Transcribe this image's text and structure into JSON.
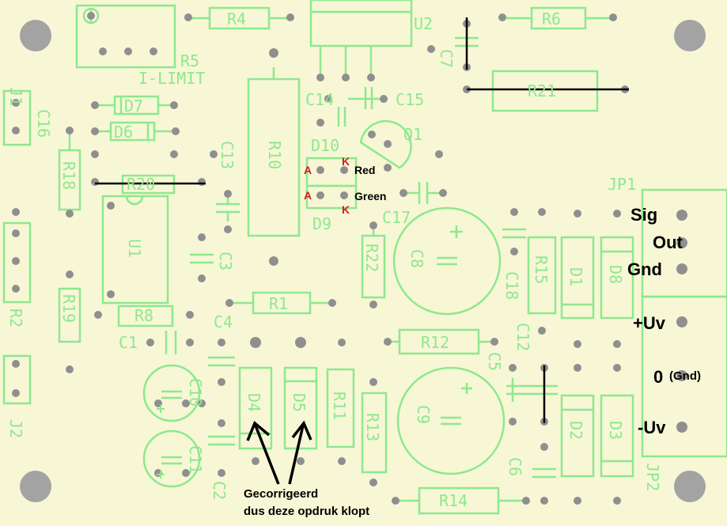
{
  "labels": {
    "r4": "R4",
    "u2": "U2",
    "r6": "R6",
    "r5": "R5",
    "ilimit": "I-LIMIT",
    "c7": "C7",
    "j1": "J1",
    "c16": "C16",
    "d7": "D7",
    "d6": "D6",
    "c14": "C14",
    "c15": "C15",
    "r21": "R21",
    "r10": "R10",
    "q1": "Q1",
    "d10": "D10",
    "c13": "C13",
    "r18": "R18",
    "r20": "R20",
    "d9": "D9",
    "c17": "C17",
    "jp1": "JP1",
    "u1": "U1",
    "r22": "R22",
    "c8": "C8",
    "c3": "C3",
    "c18": "C18",
    "r15": "R15",
    "d1": "D1",
    "d8": "D8",
    "r2": "R2",
    "r19": "R19",
    "r1": "R1",
    "r8": "R8",
    "c4": "C4",
    "c1": "C1",
    "r12": "R12",
    "c12": "C12",
    "c5": "C5",
    "c10": "C10",
    "d4": "D4",
    "d5": "D5",
    "r11": "R11",
    "r13": "R13",
    "c9": "C9",
    "j2": "J2",
    "d2": "D2",
    "d3": "D3",
    "c11": "C11",
    "c6": "C6",
    "c2": "C2",
    "r14": "R14",
    "jp2": "JP2"
  },
  "annotations": {
    "led_red": "Red",
    "led_green": "Green",
    "anode_top": "A",
    "kathode_top": "K",
    "anode_bottom": "A",
    "kathode_bottom": "K",
    "sig": "Sig",
    "out": "Out",
    "gnd": "Gnd",
    "plus_uv": "+Uv",
    "zero": "0",
    "zero_gnd": "(Gnd)",
    "minus_uv": "-Uv",
    "note_line1": "Gecorrigeerd",
    "note_line2": "dus deze opdruk klopt"
  },
  "colors": {
    "board": "#f7f7d6",
    "silkscreen": "#8ee88e",
    "pad": "#8f8f8f",
    "jumper": "#000000",
    "polarity": "#d61e1e"
  }
}
